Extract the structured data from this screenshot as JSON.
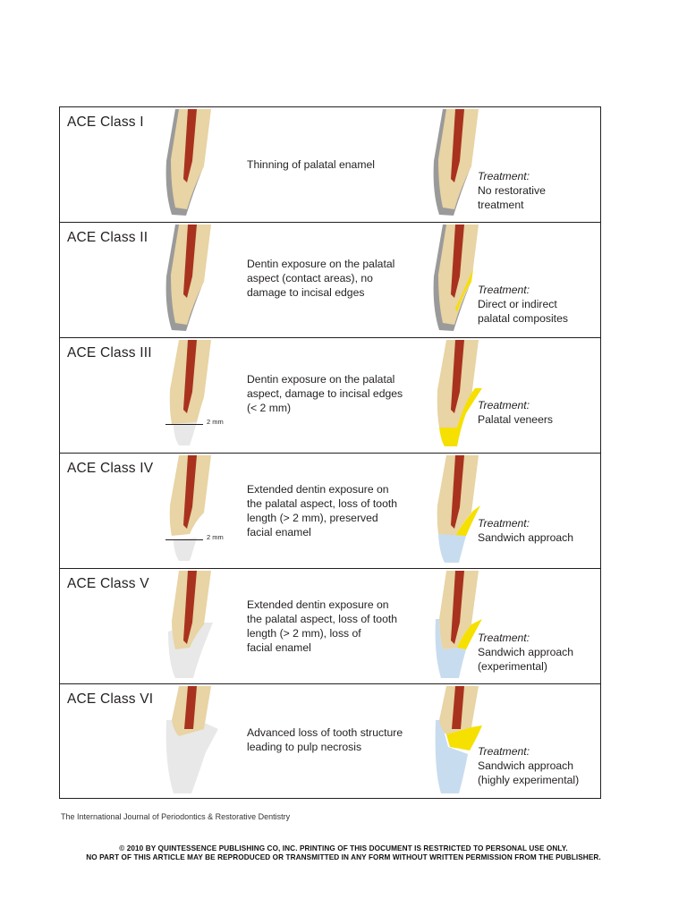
{
  "rows": [
    {
      "class_label": "ACE Class I",
      "description": [
        "Thinning of palatal enamel"
      ],
      "treatment_label": "Treatment:",
      "treatment": [
        "No restorative",
        "treatment"
      ],
      "measure_label": ""
    },
    {
      "class_label": "ACE Class II",
      "description": [
        "Dentin exposure on the palatal",
        "aspect (contact areas), no",
        "damage to incisal edges"
      ],
      "treatment_label": "Treatment:",
      "treatment": [
        "Direct or indirect",
        "palatal composites"
      ],
      "measure_label": ""
    },
    {
      "class_label": "ACE Class III",
      "description": [
        "Dentin exposure on the palatal",
        "aspect, damage to incisal edges",
        "(< 2 mm)"
      ],
      "treatment_label": "Treatment:",
      "treatment": [
        "Palatal veneers"
      ],
      "measure_label": "2 mm"
    },
    {
      "class_label": "ACE Class IV",
      "description": [
        "Extended dentin exposure on",
        "the palatal aspect, loss of tooth",
        "length (> 2 mm), preserved",
        "facial enamel"
      ],
      "treatment_label": "Treatment:",
      "treatment": [
        "Sandwich approach"
      ],
      "measure_label": "2 mm"
    },
    {
      "class_label": "ACE Class V",
      "description": [
        "Extended dentin exposure on",
        "the palatal aspect, loss of tooth",
        "length (> 2 mm), loss of",
        "facial enamel"
      ],
      "treatment_label": "Treatment:",
      "treatment": [
        "Sandwich approach",
        "(experimental)"
      ],
      "measure_label": ""
    },
    {
      "class_label": "ACE Class VI",
      "description": [
        "Advanced loss of tooth structure",
        "leading to pulp necrosis"
      ],
      "treatment_label": "Treatment:",
      "treatment": [
        "Sandwich approach",
        "(highly experimental)"
      ],
      "measure_label": ""
    }
  ],
  "footer": {
    "journal": "The International Journal of Periodontics & Restorative Dentistry",
    "copyright_line1": "© 2010 BY QUINTESSENCE PUBLISHING CO, INC. PRINTING OF THIS DOCUMENT IS RESTRICTED TO PERSONAL USE ONLY.",
    "copyright_line2": "NO PART OF THIS ARTICLE MAY BE REPRODUCED OR TRANSMITTED IN ANY FORM WITHOUT WRITTEN PERMISSION FROM THE PUBLISHER."
  },
  "colors": {
    "pulp": "#a8321e",
    "dentin": "#e8d4a4",
    "enamel_worn": "#9a9a9a",
    "lost_structure": "#e8e8e8",
    "composite": "#f5e000",
    "ceramic": "#c8dcf0",
    "border": "#231f20"
  }
}
